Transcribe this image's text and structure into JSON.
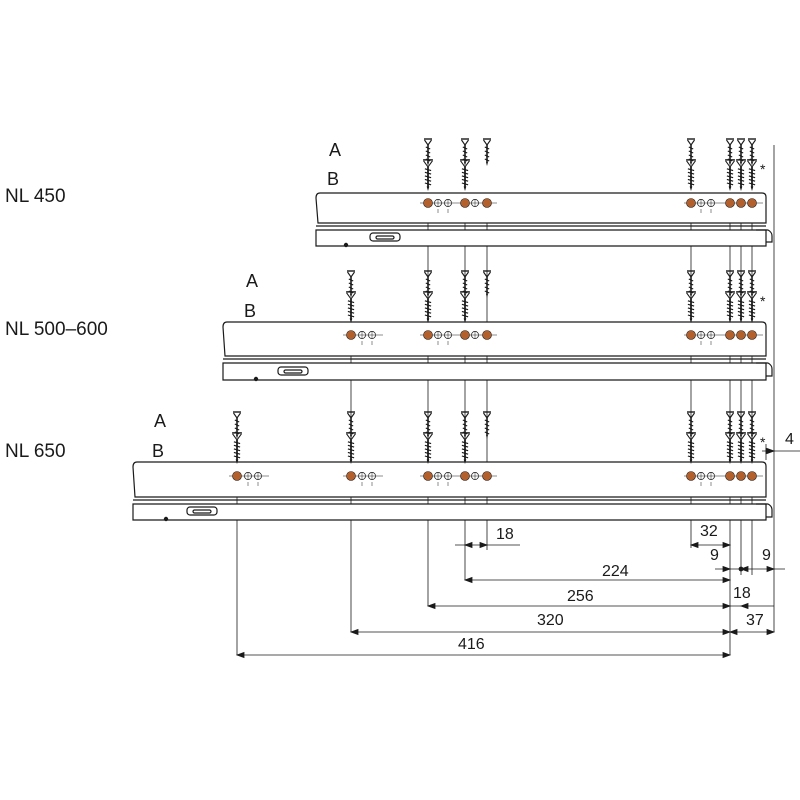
{
  "rails": [
    {
      "label": "NL 450",
      "row_a": "A",
      "row_b": "B"
    },
    {
      "label": "NL 500–600",
      "row_a": "A",
      "row_b": "B"
    },
    {
      "label": "NL 650",
      "row_a": "A",
      "row_b": "B"
    }
  ],
  "marker": "*",
  "dimensions": {
    "d4": "4",
    "d18_top": "18",
    "d32": "32",
    "d9_left": "9",
    "d9_right": "9",
    "d224": "224",
    "d256": "256",
    "d18_bottom": "18",
    "d320": "320",
    "d37": "37",
    "d416": "416"
  },
  "colors": {
    "line": "#1a1a1a",
    "hole": "#b4602c",
    "ink": "#1a1a1a"
  }
}
